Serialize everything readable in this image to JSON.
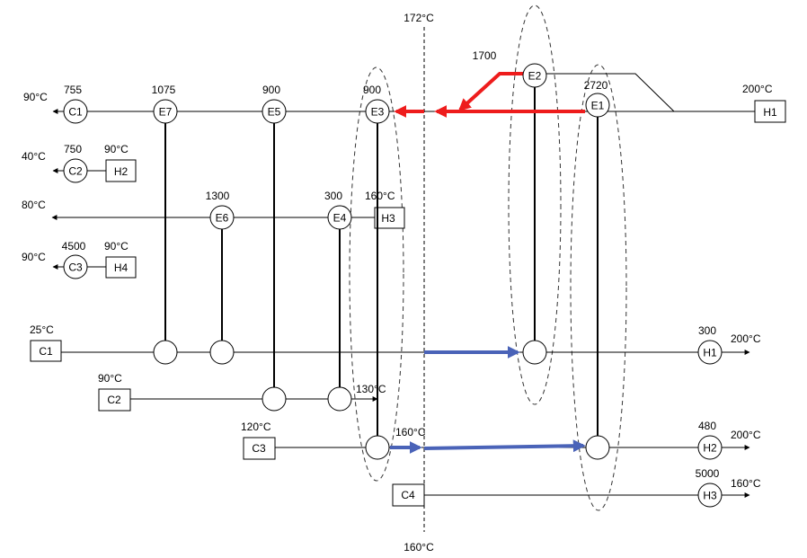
{
  "pinch": {
    "top_label": "172°C",
    "bottom_label": "160°C"
  },
  "hot_streams": {
    "h1": {
      "box": "H1",
      "supply": "200°C",
      "target": "90°C"
    },
    "h2": {
      "box": "H2",
      "supply": "90°C",
      "target": "40°C"
    },
    "h3": {
      "box": "H3",
      "supply": "160°C",
      "target": "80°C"
    },
    "h4": {
      "box": "H4",
      "supply": "90°C",
      "target": "90°C"
    }
  },
  "cold_streams": {
    "c1": {
      "box": "C1",
      "supply": "25°C",
      "target": "200°C"
    },
    "c2": {
      "box": "C2",
      "supply": "90°C",
      "target": "130°C"
    },
    "c3": {
      "box": "C3",
      "supply": "120°C",
      "mid": "160°C",
      "target": "200°C"
    },
    "c4": {
      "box": "C4",
      "target": "160°C"
    }
  },
  "exchangers": {
    "e1": {
      "label": "E1",
      "duty": "2720"
    },
    "e2": {
      "label": "E2",
      "duty": "1700"
    },
    "e3": {
      "label": "E3",
      "duty": "900"
    },
    "e4": {
      "label": "E4",
      "duty": "300"
    },
    "e5": {
      "label": "E5",
      "duty": "900"
    },
    "e6": {
      "label": "E6",
      "duty": "1300"
    },
    "e7": {
      "label": "E7",
      "duty": "1075"
    }
  },
  "coolers": {
    "c1": {
      "label": "C1",
      "duty": "755"
    },
    "c2": {
      "label": "C2",
      "duty": "750"
    },
    "c3": {
      "label": "C3",
      "duty": "4500"
    }
  },
  "heaters": {
    "h1": {
      "label": "H1",
      "duty": "300"
    },
    "h2": {
      "label": "H2",
      "duty": "480"
    },
    "h3": {
      "label": "H3",
      "duty": "5000"
    }
  },
  "colors": {
    "hot_shift": "#ee1c1c",
    "cold_shift": "#4a63b8",
    "line": "#000000"
  }
}
